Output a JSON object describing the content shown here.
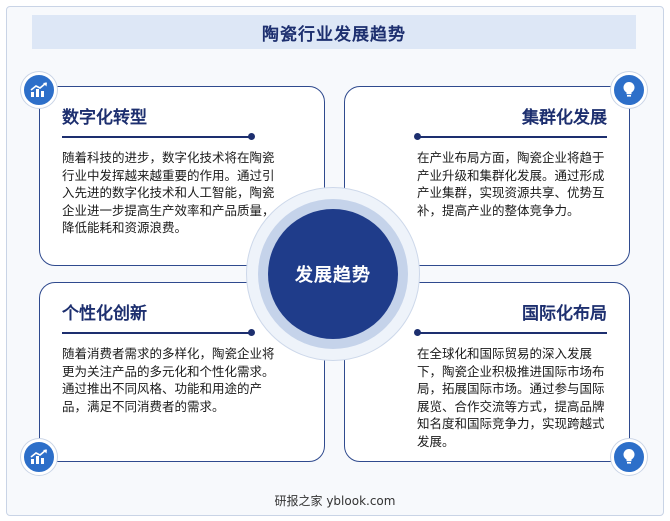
{
  "title": "陶瓷行业发展趋势",
  "center": {
    "label": "发展趋势"
  },
  "cards": {
    "digital": {
      "title": "数字化转型",
      "text": "随着科技的进步，数字化技术将在陶瓷行业中发挥越来越重要的作用。通过引入先进的数字化技术和人工智能，陶瓷企业进一步提高生产效率和产品质量，降低能耗和资源浪费。",
      "icon": "bar-chart-icon"
    },
    "cluster": {
      "title": "集群化发展",
      "text": "在产业布局方面，陶瓷企业将趋于产业升级和集群化发展。通过形成产业集群，实现资源共享、优势互补，提高产业的整体竞争力。",
      "icon": "lightbulb-icon"
    },
    "personal": {
      "title": "个性化创新",
      "text": "随着消费者需求的多样化，陶瓷企业将更为关注产品的多元化和个性化需求。通过推出不同风格、功能和用途的产品，满足不同消费者的需求。",
      "icon": "bar-chart-icon"
    },
    "international": {
      "title": "国际化布局",
      "text": "在全球化和国际贸易的深入发展下，陶瓷企业积极推进国际市场布局，拓展国际市场。通过参与国际展览、合作交流等方式，提高品牌知名度和国际竞争力，实现跨越式发展。",
      "icon": "lightbulb-icon"
    }
  },
  "footer": "研报之家 yblook.com",
  "colors": {
    "primary": "#1f3c8a",
    "icon": "#2d6fc9",
    "title_bg": "#dde7f6"
  }
}
